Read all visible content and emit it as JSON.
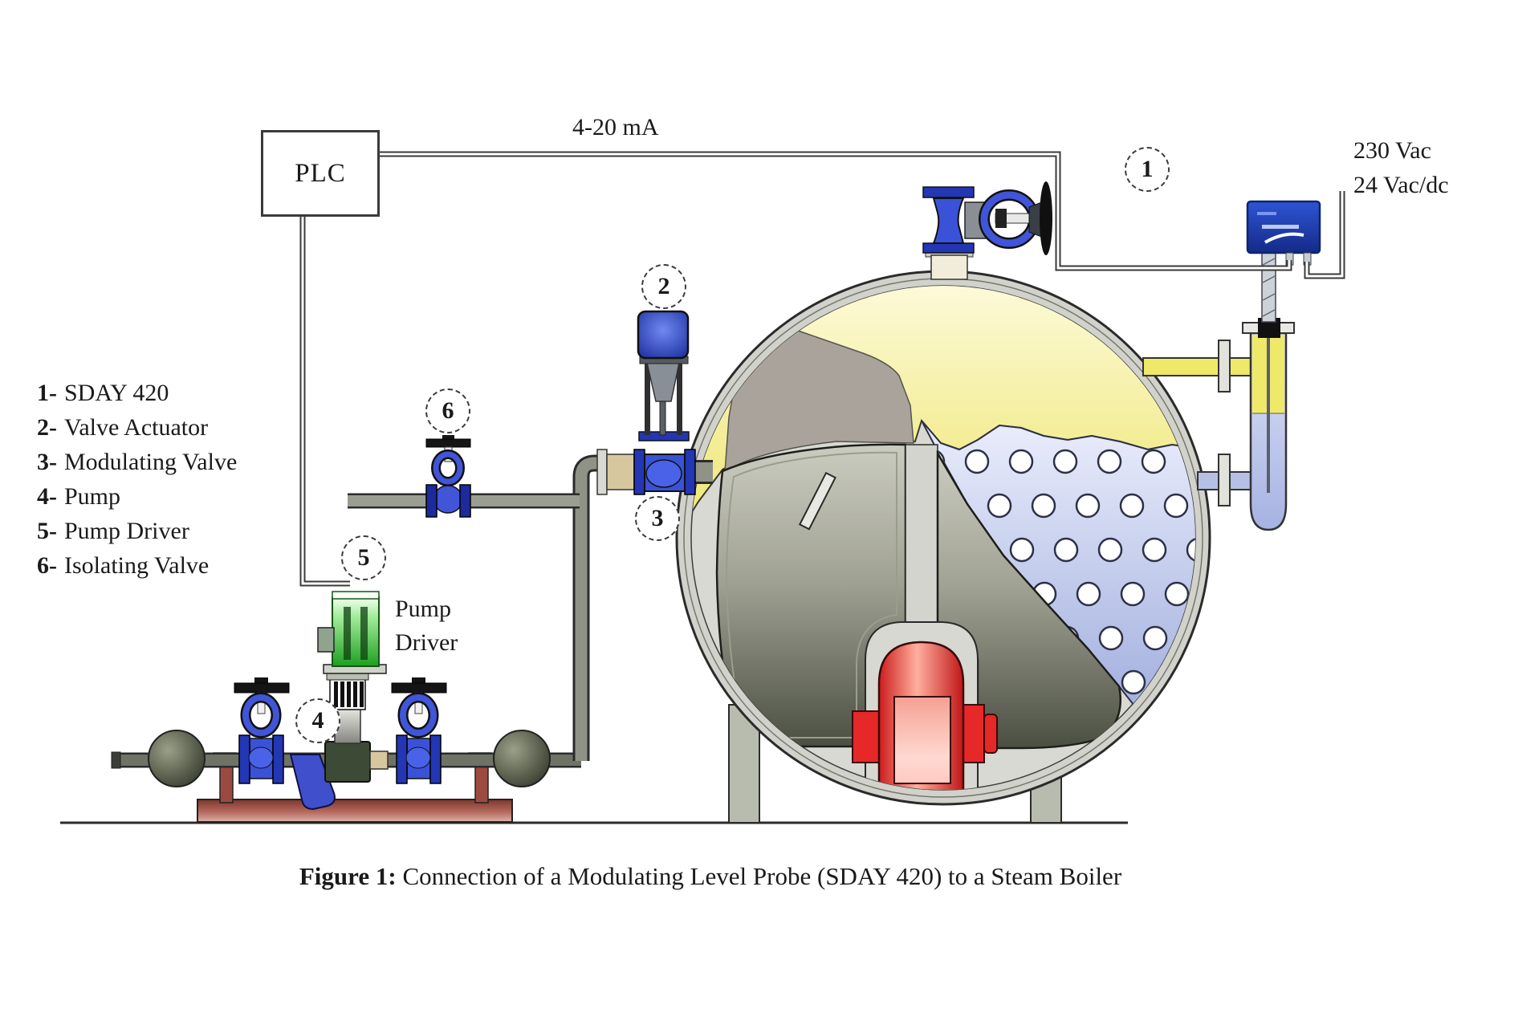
{
  "labels": {
    "plc": "PLC",
    "signal": "4-20 mA",
    "power_line1": "230 Vac",
    "power_line2": "24 Vac/dc",
    "pump_driver_line1": "Pump",
    "pump_driver_line2": "Driver"
  },
  "callouts": {
    "c1": "1",
    "c2": "2",
    "c3": "3",
    "c4": "4",
    "c5": "5",
    "c6": "6"
  },
  "legend": {
    "items": [
      {
        "num": "1-",
        "label": "SDAY 420"
      },
      {
        "num": "2-",
        "label": "Valve Actuator"
      },
      {
        "num": "3-",
        "label": "Modulating Valve"
      },
      {
        "num": "4-",
        "label": "Pump"
      },
      {
        "num": "5-",
        "label": "Pump Driver"
      },
      {
        "num": "6-",
        "label": "Isolating Valve"
      }
    ]
  },
  "caption": {
    "prefix": "Figure 1:",
    "text": " Connection of a Modulating Level Probe (SDAY 420) to a Steam Boiler"
  },
  "colors": {
    "steam_yellow": "#efe878",
    "water_blue": "#a8b4e4",
    "burner_red": "#e02020",
    "valve_blue": "#3a52d8",
    "pump_motor_green": "#2fae2f",
    "skid_brown": "#9c4a40",
    "wire": "#3a3a3a"
  }
}
